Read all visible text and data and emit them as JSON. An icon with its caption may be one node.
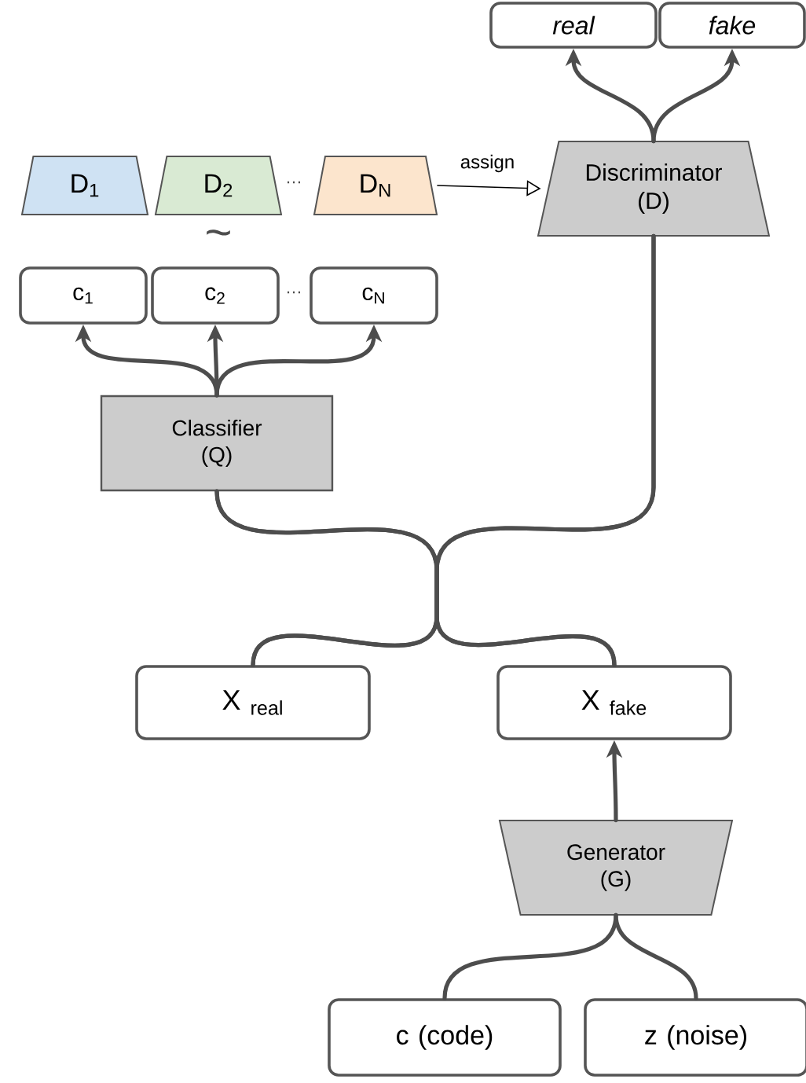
{
  "diagram": {
    "nodes": [
      {
        "text": [
          "real"
        ]
      },
      {
        "text": [
          "fake"
        ]
      },
      {
        "text": [
          "D$_{1}$"
        ]
      },
      {
        "text": [
          "D$_{2}$"
        ]
      },
      {
        "text": [
          "D$_{N}$"
        ]
      },
      {
        "text": [
          "Discriminator (D)"
        ]
      },
      {
        "text": [
          "c$_{1}$"
        ]
      },
      {
        "text": [
          "c$_{2}$"
        ]
      },
      {
        "text": [
          "c$_{N}$"
        ]
      },
      {
        "text": [
          "Classifier (Q)"
        ]
      },
      {
        "text": [
          "X $_{real}$"
        ]
      },
      {
        "text": [
          "X $_{fake}$"
        ]
      },
      {
        "text": [
          "Generator (G)"
        ]
      },
      {
        "text": [
          "c (code)"
        ]
      },
      {
        "text": [
          "z (noise)"
        ]
      }
    ],
    "edges": [
      {
        "from": 5,
        "to": 0,
        "arrow": "to"
      },
      {
        "from": 5,
        "to": 1,
        "arrow": "to"
      },
      {
        "from": 4,
        "to": 5,
        "arrow": "to",
        "label": "assign"
      },
      {
        "from": 9,
        "to": 6,
        "arrow": "to"
      },
      {
        "from": 9,
        "to": 7,
        "arrow": "to"
      },
      {
        "from": 9,
        "to": 8,
        "arrow": "to"
      },
      {
        "from": 10,
        "to": 9,
        "arrow": "none"
      },
      {
        "from": 10,
        "to": 5,
        "arrow": "none"
      },
      {
        "from": 11,
        "to": 9,
        "arrow": "none"
      },
      {
        "from": 11,
        "to": 5,
        "arrow": "none"
      },
      {
        "from": 12,
        "to": 11,
        "arrow": "to"
      },
      {
        "from": 13,
        "to": 12,
        "arrow": "none"
      },
      {
        "from": 14,
        "to": 12,
        "arrow": "none"
      }
    ],
    "labels": [
      "…",
      "~",
      "…"
    ]
  }
}
